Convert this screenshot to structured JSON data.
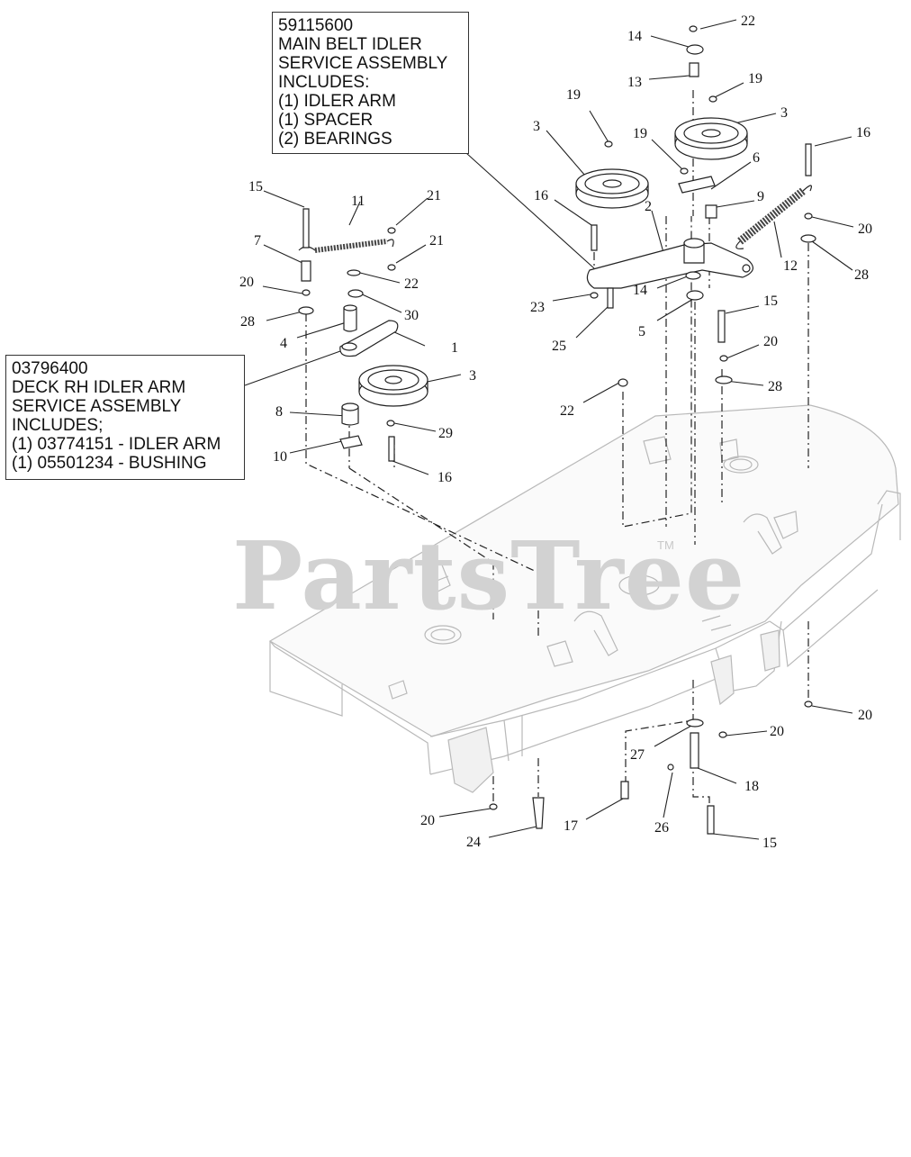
{
  "callouts": {
    "main_belt_idler": {
      "lines": [
        "59115600",
        "MAIN BELT IDLER",
        "SERVICE ASSEMBLY",
        "INCLUDES:",
        "(1) IDLER ARM",
        "(1) SPACER",
        "(2) BEARINGS"
      ]
    },
    "deck_rh_idler": {
      "lines": [
        "03796400",
        "DECK RH IDLER ARM",
        "SERVICE ASSEMBLY",
        "INCLUDES;",
        "(1) 03774151 - IDLER ARM",
        "(1) 05501234 - BUSHING"
      ]
    }
  },
  "watermark": {
    "text": "PartsTree",
    "trademark": "TM"
  },
  "part_labels": [
    {
      "id": "l22a",
      "text": "22"
    },
    {
      "id": "l14a",
      "text": "14"
    },
    {
      "id": "l13",
      "text": "13"
    },
    {
      "id": "l19a",
      "text": "19"
    },
    {
      "id": "l19b",
      "text": "19"
    },
    {
      "id": "l19c",
      "text": "19"
    },
    {
      "id": "l3a",
      "text": "3"
    },
    {
      "id": "l3b",
      "text": "3"
    },
    {
      "id": "l3c",
      "text": "3"
    },
    {
      "id": "l16a",
      "text": "16"
    },
    {
      "id": "l16b",
      "text": "16"
    },
    {
      "id": "l16c",
      "text": "16"
    },
    {
      "id": "l6",
      "text": "6"
    },
    {
      "id": "l9",
      "text": "9"
    },
    {
      "id": "l2",
      "text": "2"
    },
    {
      "id": "l20a",
      "text": "20"
    },
    {
      "id": "l20b",
      "text": "20"
    },
    {
      "id": "l20c",
      "text": "20"
    },
    {
      "id": "l20d",
      "text": "20"
    },
    {
      "id": "l20e",
      "text": "20"
    },
    {
      "id": "l20f",
      "text": "20"
    },
    {
      "id": "l12",
      "text": "12"
    },
    {
      "id": "l28a",
      "text": "28"
    },
    {
      "id": "l28b",
      "text": "28"
    },
    {
      "id": "l28c",
      "text": "28"
    },
    {
      "id": "l14b",
      "text": "14"
    },
    {
      "id": "l23",
      "text": "23"
    },
    {
      "id": "l15a",
      "text": "15"
    },
    {
      "id": "l15b",
      "text": "15"
    },
    {
      "id": "l15c",
      "text": "15"
    },
    {
      "id": "l5",
      "text": "5"
    },
    {
      "id": "l25",
      "text": "25"
    },
    {
      "id": "l22b",
      "text": "22"
    },
    {
      "id": "l22c",
      "text": "22"
    },
    {
      "id": "l11",
      "text": "11"
    },
    {
      "id": "l21a",
      "text": "21"
    },
    {
      "id": "l21b",
      "text": "21"
    },
    {
      "id": "l7",
      "text": "7"
    },
    {
      "id": "l30",
      "text": "30"
    },
    {
      "id": "l4",
      "text": "4"
    },
    {
      "id": "l1",
      "text": "1"
    },
    {
      "id": "l8",
      "text": "8"
    },
    {
      "id": "l29",
      "text": "29"
    },
    {
      "id": "l10",
      "text": "10"
    },
    {
      "id": "l27",
      "text": "27"
    },
    {
      "id": "l18",
      "text": "18"
    },
    {
      "id": "l17",
      "text": "17"
    },
    {
      "id": "l26",
      "text": "26"
    },
    {
      "id": "l24",
      "text": "24"
    }
  ]
}
